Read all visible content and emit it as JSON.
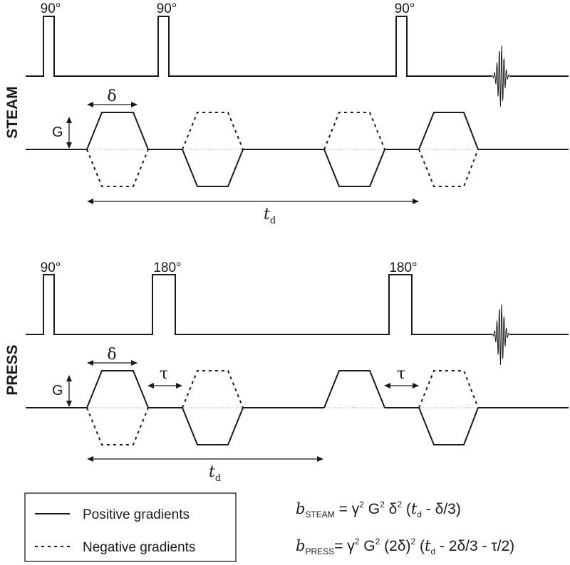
{
  "sequences": [
    {
      "name": "STEAM",
      "rf_labels": [
        "90°",
        "90°",
        "90°"
      ],
      "delta_label": "δ",
      "G_label": "G",
      "td_label": {
        "main": "t",
        "sub": "d"
      }
    },
    {
      "name": "PRESS",
      "rf_labels": [
        "90°",
        "180°",
        "180°"
      ],
      "delta_label": "δ",
      "G_label": "G",
      "tau_label": "τ",
      "td_label": {
        "main": "t",
        "sub": "d"
      }
    }
  ],
  "legend": {
    "positive": "Positive gradients",
    "negative": "Negative gradients"
  },
  "equations": {
    "steam": {
      "b": "b",
      "sub": "STEAM",
      "eq": " = γ",
      "s1": "2",
      "g": " G",
      "s2": "2",
      "d": " δ",
      "s3": "2",
      "rest1": " (",
      "t": "t",
      "tsub": "d",
      "rest2": " - δ/3)"
    },
    "press": {
      "b": "b",
      "sub": "PRESS",
      "eq": "= γ",
      "s1": "2",
      "g": " G",
      "s2": "2",
      "d": " (2δ)",
      "s3": "2",
      "rest1": " (",
      "t": "t",
      "tsub": "d",
      "rest2": " - 2δ/3 - τ/2)"
    }
  }
}
